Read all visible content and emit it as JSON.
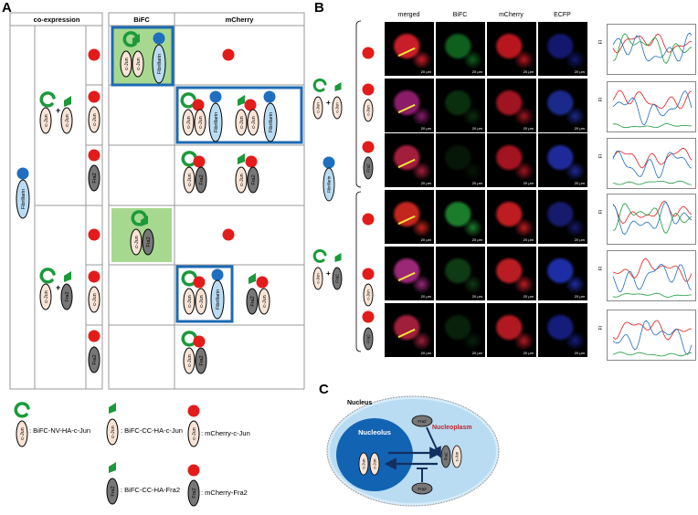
{
  "panels": {
    "a": "A",
    "b": "B",
    "c": "C"
  },
  "panel_a": {
    "headers": {
      "coexpression": "co-expression",
      "bifc": "BiFC",
      "mcherry": "mCherry"
    },
    "labels": {
      "cjun": "c-Jun",
      "fra2": "Fra2",
      "fibrillarin": "Fibrillarin",
      "plus": "+"
    }
  },
  "legend": [
    {
      "text": ": BiFC-NV-HA-c-Jun"
    },
    {
      "text": ": BiFC-CC-HA-c-Jun"
    },
    {
      "text": ": mCherry-c-Jun"
    },
    {
      "text": ": BiFC-CC-HA-Fra2"
    },
    {
      "text": ": mCherry-Fra2"
    }
  ],
  "panel_b": {
    "columns": [
      "merged",
      "BiFC",
      "mCherry",
      "ECFP"
    ],
    "scale_bar": "20 μm",
    "fi_label": "FI"
  },
  "panel_c": {
    "nucleus": "Nucleus",
    "nucleolus": "Nucleolus",
    "nucleoplasm": "Nucleoplasm"
  },
  "colors": {
    "red": "#e31b1b",
    "green": "#1a9a3a",
    "blue": "#1e6fbf",
    "box_blue": "#1c6ab3",
    "highlight_green": "#a7d88f",
    "cjun_fill": "#f8e4d6",
    "fra2_fill": "#777777",
    "fib_fill": "#b9dcf2",
    "nucleoplasm_red": "#c0262b"
  }
}
